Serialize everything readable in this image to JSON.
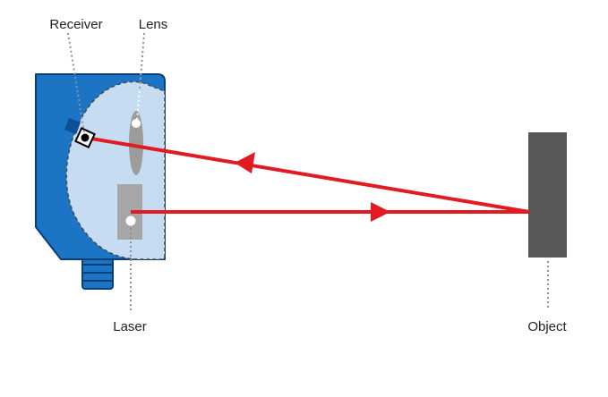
{
  "labels": {
    "receiver": "Receiver",
    "lens": "Lens",
    "laser": "Laser",
    "object": "Object"
  },
  "colors": {
    "housing": "#1b75c4",
    "housing_stroke": "#0a3f78",
    "window": "#c6dcf2",
    "beam": "#e11b22",
    "object": "#575757",
    "laser_module": "#a6a6a6",
    "lens": "#9c9c9c",
    "leader": "#909090"
  }
}
